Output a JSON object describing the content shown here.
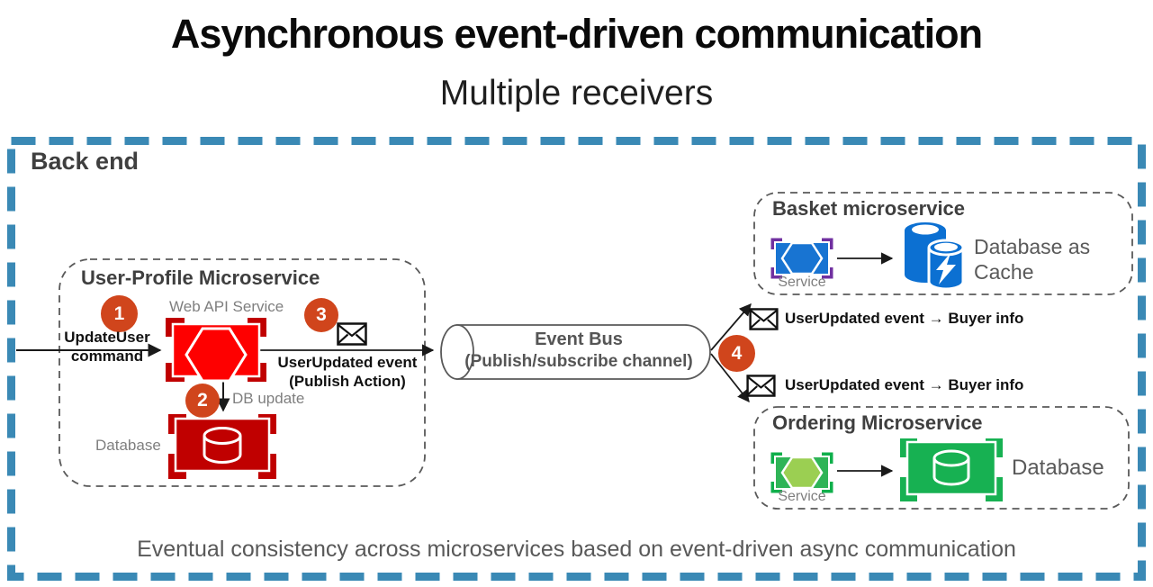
{
  "header": {
    "title": "Asynchronous event-driven communication",
    "subtitle": "Multiple receivers"
  },
  "backend": {
    "label": "Back end",
    "caption": "Eventual consistency across microservices based on event-driven async communication"
  },
  "steps": {
    "s1": "1",
    "s2": "2",
    "s3": "3",
    "s4": "4"
  },
  "user_profile": {
    "title": "User-Profile Microservice",
    "web_api_label": "Web API Service",
    "command_line1": "UpdateUser",
    "command_line2": "command",
    "event_line1": "UserUpdated event",
    "event_line2": "(Publish Action)",
    "db_update_label": "DB update",
    "database_label": "Database"
  },
  "event_bus": {
    "title": "Event Bus",
    "subtitle": "(Publish/subscribe channel)"
  },
  "messages": {
    "to_basket": "UserUpdated event → Buyer info",
    "to_ordering": "UserUpdated event → Buyer info"
  },
  "basket": {
    "title": "Basket microservice",
    "service_label": "Service",
    "database_label": "Database as Cache"
  },
  "ordering": {
    "title": "Ordering Microservice",
    "service_label": "Service",
    "database_label": "Database"
  },
  "colors": {
    "border_blue": "#3A89B5",
    "step_badge": "#D0451C",
    "service_red": "#FE0000",
    "service_red_dark": "#C00000",
    "service_blue": "#1874D2",
    "bracket_purple": "#7030A0",
    "cache_blue": "#0C70D2",
    "service_green": "#2FB457",
    "hexagon_green": "#9BCF52",
    "database_green": "#17B152",
    "text_dark": "#3F3F3F",
    "text_gray": "#7F7F7F"
  }
}
